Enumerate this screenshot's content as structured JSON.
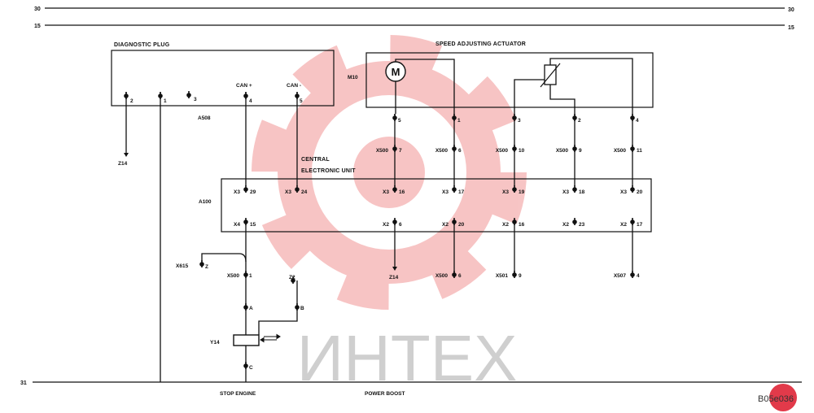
{
  "rails": {
    "left_30": "30",
    "right_30": "30",
    "left_15": "15",
    "right_15": "15",
    "left_31": "31"
  },
  "diagnostic_plug": {
    "title": "DIAGNOSTIC PLUG",
    "ref": "A508",
    "can_plus": "CAN +",
    "can_minus": "CAN -",
    "pins": [
      "2",
      "1",
      "3",
      "4",
      "5"
    ]
  },
  "ground_left": "Z14",
  "actuator": {
    "title": "SPEED ADJUSTING ACTUATOR",
    "ref": "M10",
    "motor": "M",
    "pins": [
      "5",
      "1",
      "3",
      "2",
      "4"
    ]
  },
  "harness_connectors": [
    {
      "id": "X500",
      "pin": "7"
    },
    {
      "id": "X500",
      "pin": "6"
    },
    {
      "id": "X500",
      "pin": "10"
    },
    {
      "id": "X500",
      "pin": "9"
    },
    {
      "id": "X500",
      "pin": "11"
    }
  ],
  "ecu": {
    "title_line1": "CENTRAL",
    "title_line2": "ELECTRONIC UNIT",
    "ref": "A100",
    "top": [
      {
        "conn": "X3",
        "pin": "29"
      },
      {
        "conn": "X3",
        "pin": "24"
      },
      {
        "conn": "X3",
        "pin": "16"
      },
      {
        "conn": "X3",
        "pin": "17"
      },
      {
        "conn": "X3",
        "pin": "19"
      },
      {
        "conn": "X3",
        "pin": "18"
      },
      {
        "conn": "X3",
        "pin": "20"
      }
    ],
    "bottom": [
      {
        "conn": "X4",
        "pin": "15"
      },
      {
        "conn": "X2",
        "pin": "6"
      },
      {
        "conn": "X2",
        "pin": "20"
      },
      {
        "conn": "X2",
        "pin": "16"
      },
      {
        "conn": "X2",
        "pin": "23"
      },
      {
        "conn": "X2",
        "pin": "17"
      }
    ]
  },
  "lower": {
    "x615": "X615",
    "x615_pin": "Z",
    "x500": "X500",
    "x500_pin": "1",
    "z2": "Z2",
    "pin_a": "A",
    "pin_b": "B",
    "solenoid": "Y14",
    "pin_c": "C",
    "z14": "Z14",
    "x500b": "X500",
    "x500b_pin": "6",
    "x501": "X501",
    "x501_pin": "9",
    "x507": "X507",
    "x507_pin": "4"
  },
  "footer": {
    "stop_engine": "STOP ENGINE",
    "power_boost": "POWER BOOST",
    "code": "B05e036"
  },
  "watermark": {
    "text": "ИНТЕХ"
  },
  "colors": {
    "line": "#111111",
    "watermark_gear": "#f08b8b",
    "watermark_text": "#cfcfcf",
    "badge": "#e23a4a"
  }
}
